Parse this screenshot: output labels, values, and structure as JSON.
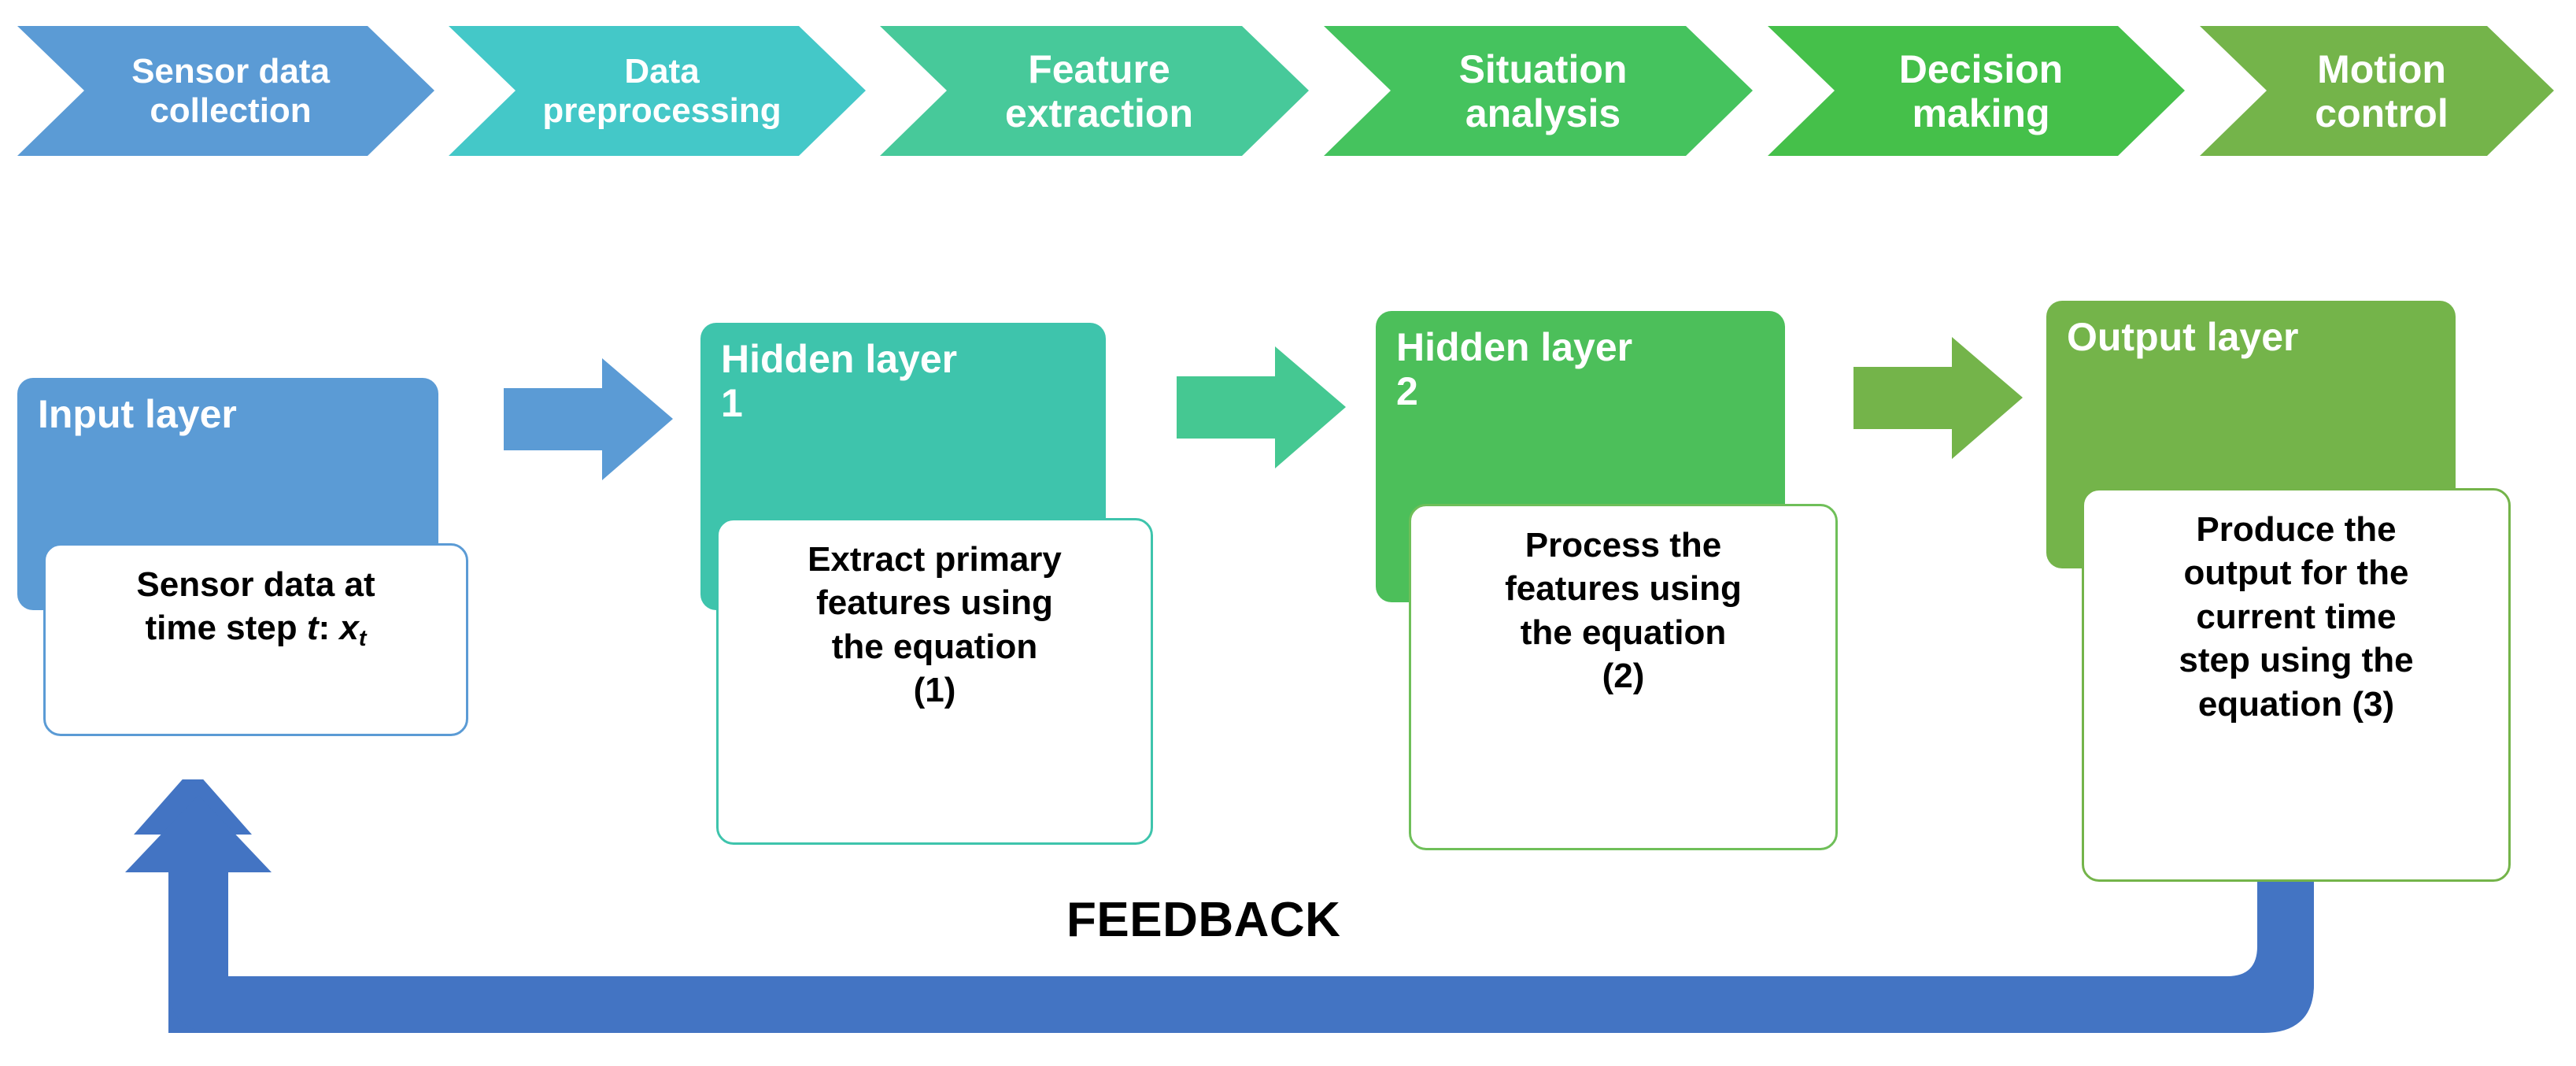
{
  "pipeline": {
    "name": "autonomous-processing-pipeline",
    "steps": [
      {
        "label": "Sensor data\ncollection",
        "color": "#5B9BD5",
        "font_size": 44
      },
      {
        "label": "Data\npreprocessing",
        "color": "#44C8C8",
        "font_size": 44
      },
      {
        "label": "Feature\nextraction",
        "color": "#47C99A",
        "font_size": 50
      },
      {
        "label": "Situation\nanalysis",
        "color": "#45C35E",
        "font_size": 50
      },
      {
        "label": "Decision\nmaking",
        "color": "#45C04A",
        "font_size": 50
      },
      {
        "label": "Motion\ncontrol",
        "color": "#74B councils"
      }
    ]
  },
  "network": {
    "name": "layered-network-diagram",
    "layers": [
      {
        "id": "input-layer",
        "title": "Input layer",
        "header_color": "#5B9BD5",
        "card_border": "#5B9BD5",
        "card_text": "Sensor data at\ntime step |t|: |x||_t|",
        "card_plain": "Sensor data at time step t: x t"
      },
      {
        "id": "hidden-layer-1",
        "title": "Hidden layer\n1",
        "header_color": "#3EC4AC",
        "card_border": "#3EC4AC",
        "card_text": "Extract primary\nfeatures using\nthe equation\n(1)"
      },
      {
        "id": "hidden-layer-2",
        "title": "Hidden layer\n2",
        "header_color": "#4CBF5A",
        "card_border": "#6FBF59",
        "card_text": "Process the\nfeatures using\nthe equation\n(2)"
      },
      {
        "id": "output-layer",
        "title": "Output layer",
        "header_color": "#74B44A",
        "card_border": "#74B44A",
        "card_text": "Produce the\noutput for the\ncurrent time\nstep using the\nequation (3)"
      }
    ],
    "connectors": [
      {
        "id": "arrow-input-to-hidden1",
        "color": "#5B9BD5"
      },
      {
        "id": "arrow-hidden1-to-hidden2",
        "color": "#45C892"
      },
      {
        "id": "arrow-hidden2-to-output",
        "color": "#74B44A"
      }
    ],
    "feedback": {
      "label": "FEEDBACK",
      "color": "#4374C3",
      "direction": "output-layer-to-input-layer"
    }
  }
}
